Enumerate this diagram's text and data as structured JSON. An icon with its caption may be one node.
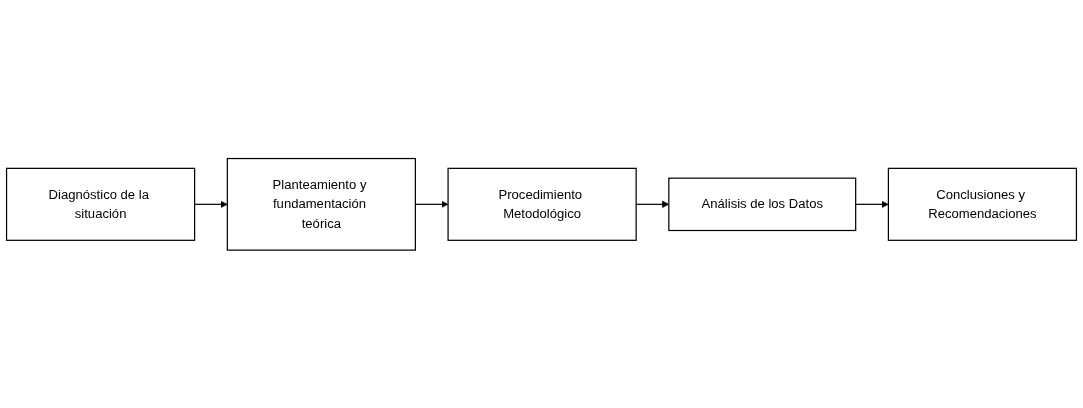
{
  "diagram": {
    "nodes": [
      {
        "text": [
          "Diagnóstico de la situación"
        ]
      },
      {
        "text": [
          "Planteamiento y fundamentación teórica"
        ]
      },
      {
        "text": [
          "Procedimiento Metodológico"
        ]
      },
      {
        "text": [
          "Análisis de los Datos"
        ]
      },
      {
        "text": [
          "Conclusiones y Recomendaciones"
        ]
      }
    ],
    "edges": [
      {
        "from": 0,
        "to": 1,
        "arrow": "to"
      },
      {
        "from": 1,
        "to": 2,
        "arrow": "to"
      },
      {
        "from": 2,
        "to": 3,
        "arrow": "to"
      },
      {
        "from": 3,
        "to": 4,
        "arrow": "to"
      }
    ]
  }
}
